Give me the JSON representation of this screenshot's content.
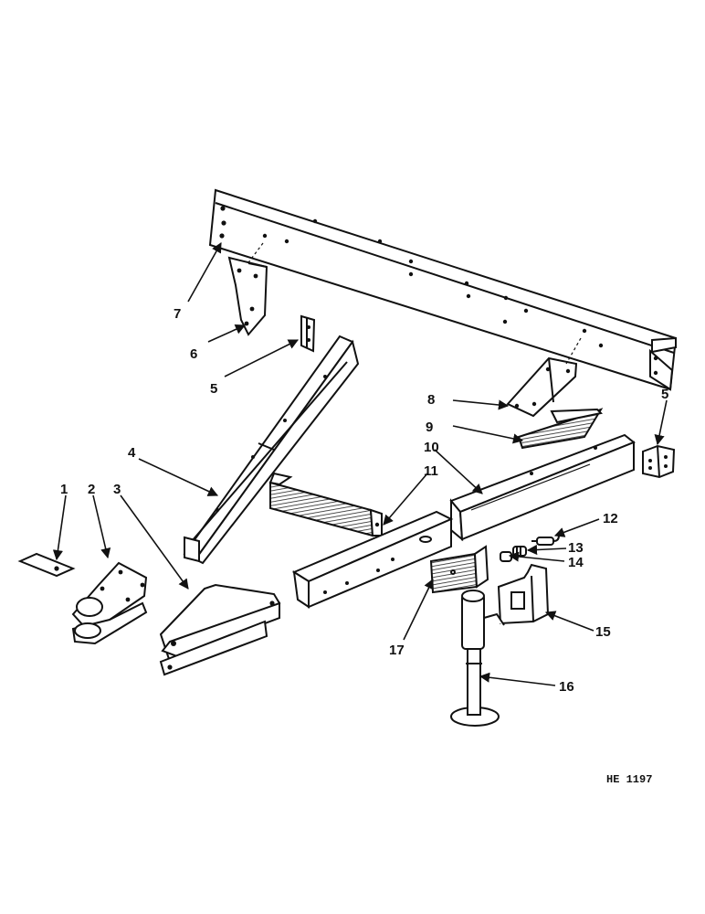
{
  "figure": {
    "reference_code": "HE 1197",
    "callouts": [
      "1",
      "2",
      "3",
      "4",
      "5",
      "5",
      "6",
      "7",
      "8",
      "9",
      "10",
      "11",
      "12",
      "13",
      "14",
      "15",
      "16",
      "17"
    ]
  },
  "colors": {
    "ink": "#111111",
    "paper": "#ffffff",
    "shade": "#555555"
  }
}
